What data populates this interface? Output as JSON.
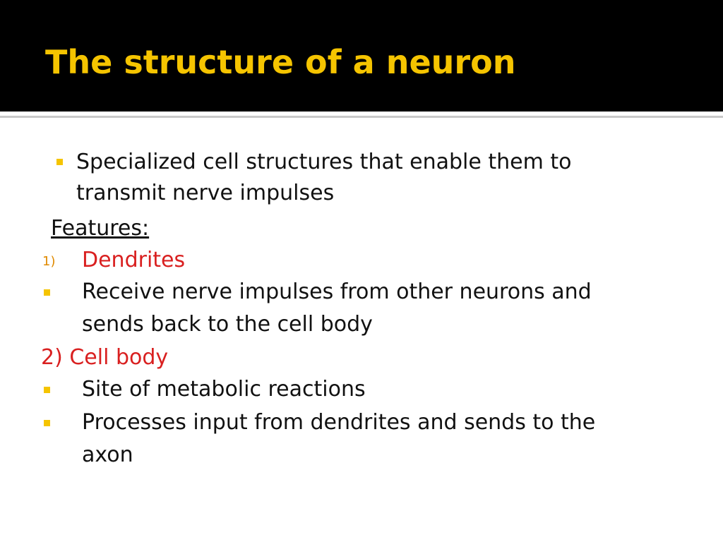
{
  "slide": {
    "title": "The structure of a neuron",
    "colors": {
      "title_bar": "#000000",
      "title_text": "#f5c400",
      "bullet": "#f5c400",
      "number_marker": "#e08a00",
      "heading_red": "#d92020",
      "body_text": "#111111"
    }
  },
  "content": {
    "intro": {
      "line1": "Specialized cell structures that enable them to",
      "line2": "transmit nerve impulses"
    },
    "features_label": "Features:",
    "dendrites": {
      "marker": "1)",
      "heading": "Dendrites",
      "bullet": {
        "line1": "Receive nerve impulses from other neurons and",
        "line2": "sends back to the cell body"
      }
    },
    "cell_body": {
      "heading": "2) Cell body",
      "bullet1": "Site of metabolic reactions",
      "bullet2": {
        "line1": "Processes input from dendrites and sends to the",
        "line2": "axon"
      }
    }
  }
}
